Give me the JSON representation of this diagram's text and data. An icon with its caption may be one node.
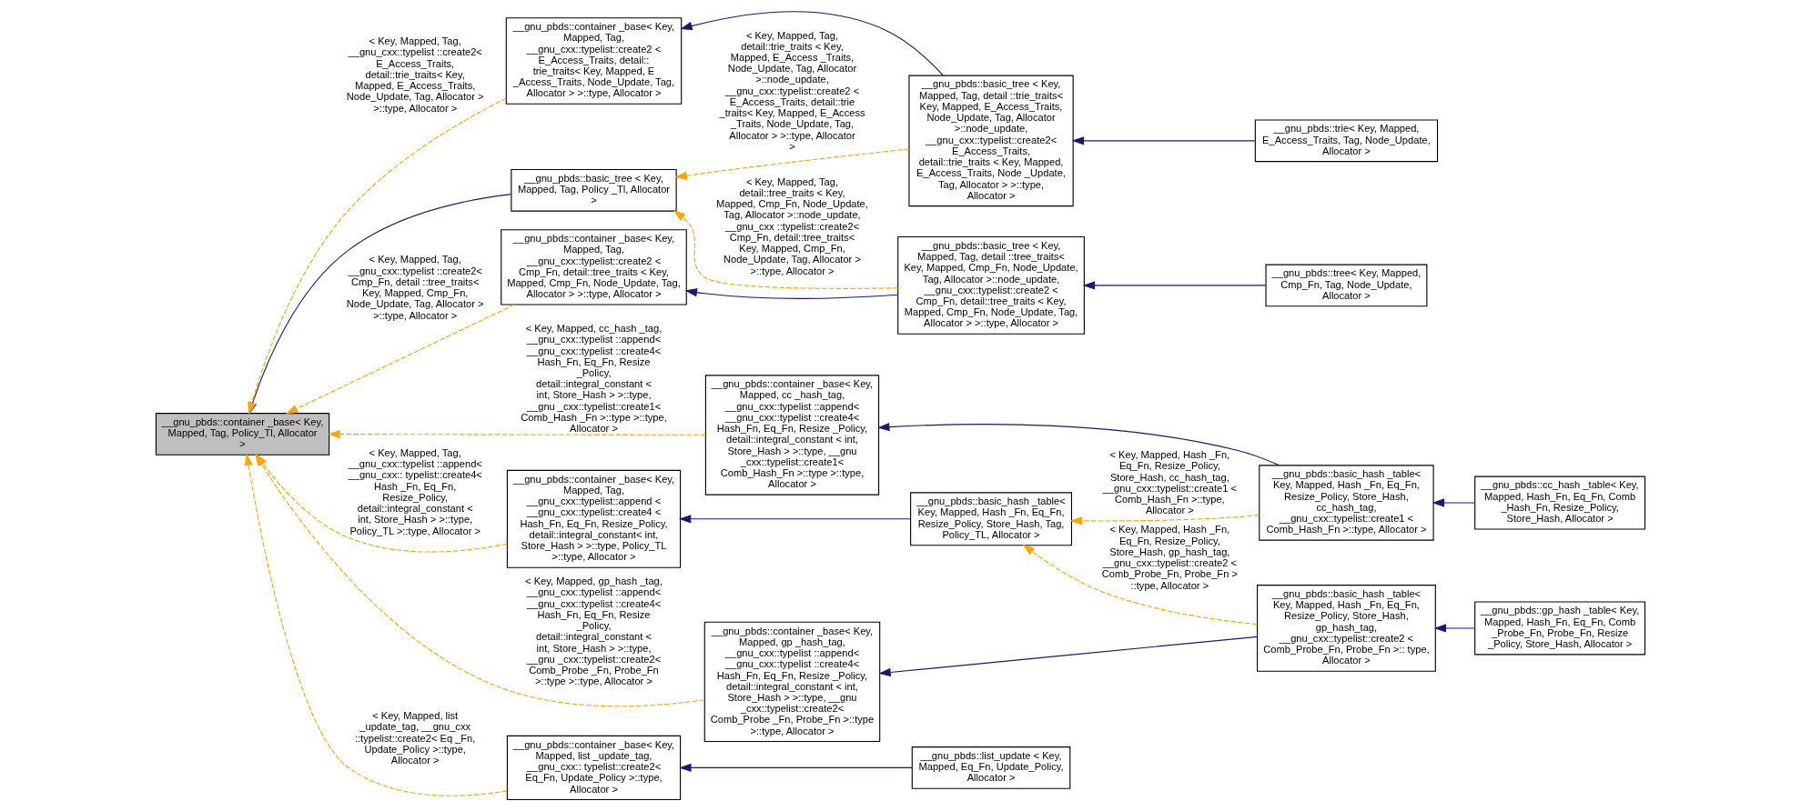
{
  "diagram": {
    "nodes": [
      {
        "text": [
          "__gnu_pbds::container _base< Key, Mapped, Tag, Policy_Tl, Allocator >"
        ]
      },
      {
        "text": [
          "__gnu_pbds::container _base< Key, Mapped, Tag, __gnu_cxx::typelist::create2 < Cmp_Fn, detail::tree_traits < Key, Mapped, Cmp_Fn, Node_Update, Tag, Allocator > >::type, Allocator >"
        ]
      },
      {
        "text": [
          "__gnu_pbds::basic_tree < Key, Mapped, Tag, Policy _Tl, Allocator >"
        ]
      },
      {
        "text": [
          "__gnu_pbds::container _base< Key, Mapped, Tag, __gnu_cxx::typelist::create2 < E_Access_Traits, detail:: trie_traits< Key, Mapped, E _Access_Traits, Node_Update, Tag, Allocator > >::type, Allocator >"
        ]
      },
      {
        "text": [
          "__gnu_pbds::container _base< Key, Mapped, gp _hash_tag, __gnu_cxx::typelist ::append< __gnu_cxx::typelist ::create4< Hash_Fn, Eq_Fn, Resize _Policy, detail::integral_constant < int, Store_Hash > >::type, __gnu _cxx::typelist::create2< Comb_Probe _Fn, Probe_Fn >::type >::type, Allocator >"
        ]
      },
      {
        "text": [
          "__gnu_pbds::container _base< Key, Mapped, Tag, __gnu_cxx::typelist::append < __gnu_cxx::typelist::create4 < Hash_Fn, Eq_Fn, Resize_Policy, detail::integral_constant< int, Store_Hash > >::type, Policy_TL >::type, Allocator >"
        ]
      },
      {
        "text": [
          "__gnu_pbds::container _base< Key, Mapped, cc _hash_tag, __gnu_cxx::typelist ::append< __gnu_cxx::typelist ::create4< Hash_Fn, Eq_Fn, Resize _Policy, detail::integral_constant < int, Store_Hash > >::type, __gnu _cxx::typelist::create1< Comb_Hash_Fn >::type >::type, Allocator >"
        ]
      },
      {
        "text": [
          "__gnu_pbds::container _base< Key, Mapped, list _update_tag, __gnu_cxx:: typelist::create2< Eq_Fn, Update_Policy >::type, Allocator >"
        ]
      },
      {
        "text": [
          "__gnu_pbds::basic_tree < Key, Mapped, Tag, detail ::tree_traits< Key, Mapped, Cmp_Fn, Node_Update, Tag, Allocator >::node_update, __gnu_cxx::typelist::create2 < Cmp_Fn, detail::tree_traits < Key, Mapped, Cmp_Fn, Node_Update, Tag, Allocator > >::type, Allocator >"
        ]
      },
      {
        "text": [
          "__gnu_pbds::basic_tree < Key, Mapped, Tag, detail ::trie_traits< Key, Mapped, E_Access_Traits, Node_Update, Tag, Allocator >::node_update, __gnu_cxx::typelist::create2< E_Access_Traits, detail::trie_traits < Key, Mapped, E_Access_Traits, Node _Update, Tag, Allocator > >::type, Allocator >"
        ]
      },
      {
        "text": [
          "__gnu_pbds::basic_hash _table< Key, Mapped, Hash _Fn, Eq_Fn, Resize_Policy, Store_Hash, Tag, Policy_TL, Allocator >"
        ]
      },
      {
        "text": [
          "__gnu_pbds::list_update < Key, Mapped, Eq_Fn, Update_Policy, Allocator >"
        ]
      },
      {
        "text": [
          "__gnu_pbds::tree< Key, Mapped, Cmp_Fn, Tag, Node_Update, Allocator >"
        ]
      },
      {
        "text": [
          "__gnu_pbds::trie< Key, Mapped, E_Access_Traits, Tag, Node_Update, Allocator >"
        ]
      },
      {
        "text": [
          "__gnu_pbds::basic_hash _table< Key, Mapped, Hash _Fn, Eq_Fn, Resize_Policy, Store_Hash, gp_hash_tag, __gnu_cxx::typelist::create2 < Comb_Probe_Fn, Probe_Fn >:: type, Allocator >"
        ]
      },
      {
        "text": [
          "__gnu_pbds::basic_hash _table< Key, Mapped, Hash _Fn, Eq_Fn, Resize_Policy, Store_Hash, cc_hash_tag, __gnu_cxx::typelist::create1 < Comb_Hash_Fn >::type, Allocator >"
        ]
      },
      {
        "text": [
          "__gnu_pbds::gp_hash _table< Key, Mapped, Hash_Fn, Eq_Fn, Comb _Probe_Fn, Probe_Fn, Resize _Policy, Store_Hash, Allocator >"
        ]
      },
      {
        "text": [
          "__gnu_pbds::cc_hash _table< Key, Mapped, Hash_Fn, Eq_Fn, Comb _Hash_Fn, Resize_Policy, Store_Hash, Allocator >"
        ]
      }
    ],
    "edges": [
      {
        "from": 1,
        "to": 0,
        "arrow": "to",
        "style": "dashed",
        "color": "#ffa500",
        "label": "< Key, Mapped, Tag, __gnu_cxx::typelist ::create2< Cmp_Fn, detail ::tree_traits< Key, Mapped, Cmp_Fn, Node_Update, Tag, Allocator > >::type, Allocator >"
      },
      {
        "from": 2,
        "to": 0,
        "arrow": "to"
      },
      {
        "from": 3,
        "to": 0,
        "arrow": "to",
        "style": "dashed",
        "color": "#ffa500",
        "label": "< Key, Mapped, Tag, __gnu_cxx::typelist ::create2< E_Access_Traits, detail::trie_traits< Key, Mapped, E_Access_Traits, Node_Update, Tag, Allocator > >::type, Allocator >"
      },
      {
        "from": 4,
        "to": 0,
        "arrow": "to",
        "style": "dashed",
        "color": "#ffa500",
        "label": "< Key, Mapped, gp_hash _tag, __gnu_cxx::typelist ::append< __gnu_cxx::typelist ::create4< Hash_Fn, Eq_Fn, Resize _Policy, detail::integral_constant < int, Store_Hash > >::type, __gnu _cxx::typelist::create2< Comb_Probe _Fn, Probe_Fn >::type >::type, Allocator >"
      },
      {
        "from": 5,
        "to": 0,
        "arrow": "to",
        "style": "dashed",
        "color": "#ffa500",
        "label": "< Key, Mapped, Tag, __gnu_cxx::typelist ::append< __gnu_cxx:: typelist::create4< Hash _Fn, Eq_Fn, Resize_Policy, detail::integral_constant < int, Store_Hash > >::type, Policy_TL >::type, Allocator >"
      },
      {
        "from": 6,
        "to": 0,
        "arrow": "to",
        "style": "dashed",
        "color": "#ffa500",
        "label": "< Key, Mapped, cc_hash _tag, __gnu_cxx::typelist ::append< __gnu_cxx::typelist ::create4< Hash_Fn, Eq_Fn, Resize _Policy, detail::integral_constant < int, Store_Hash > >::type, __gnu _cxx::typelist::create1< Comb_Hash _Fn >::type >::type, Allocator >"
      },
      {
        "from": 7,
        "to": 0,
        "arrow": "to",
        "style": "dashed",
        "color": "#ffa500",
        "label": "< Key, Mapped, list _update_tag, __gnu_cxx ::typelist::create2< Eq _Fn, Update_Policy >::type, Allocator >"
      },
      {
        "from": 8,
        "to": 1,
        "arrow": "to"
      },
      {
        "from": 8,
        "to": 2,
        "arrow": "to",
        "style": "dashed",
        "color": "#ffa500",
        "label": "< Key, Mapped, Tag, detail::tree_traits < Key, Mapped, Cmp_Fn, Node_Update, Tag, Allocator >::node_update, __gnu_cxx ::typelist::create2< Cmp_Fn, detail::tree_traits< Key, Mapped, Cmp_Fn, Node_Update, Tag, Allocator > >::type, Allocator >"
      },
      {
        "from": 9,
        "to": 2,
        "arrow": "to",
        "style": "dashed",
        "color": "#ffa500",
        "label": "< Key, Mapped, Tag, detail::trie_traits < Key, Mapped, E_Access _Traits, Node_Update, Tag, Allocator >::node_update, __gnu_cxx::typelist::create2 < E_Access_Traits, detail::trie _traits< Key, Mapped, E_Access _Traits, Node_Update, Tag, Allocator > >::type, Allocator >"
      },
      {
        "from": 9,
        "to": 3,
        "arrow": "to"
      },
      {
        "from": 14,
        "to": 4,
        "arrow": "to"
      },
      {
        "from": 10,
        "to": 5,
        "arrow": "to"
      },
      {
        "from": 15,
        "to": 6,
        "arrow": "to"
      },
      {
        "from": 11,
        "to": 7,
        "arrow": "to"
      },
      {
        "from": 12,
        "to": 8,
        "arrow": "to"
      },
      {
        "from": 13,
        "to": 9,
        "arrow": "to"
      },
      {
        "from": 14,
        "to": 10,
        "arrow": "to",
        "style": "dashed",
        "color": "#ffa500",
        "label": "< Key, Mapped, Hash _Fn, Eq_Fn, Resize_Policy, Store_Hash, gp_hash_tag, __gnu_cxx::typelist::create2 < Comb_Probe_Fn, Probe_Fn > ::type, Allocator >"
      },
      {
        "from": 15,
        "to": 10,
        "arrow": "to",
        "style": "dashed",
        "color": "#ffa500",
        "label": "< Key, Mapped, Hash _Fn, Eq_Fn, Resize_Policy, Store_Hash, cc_hash_tag, __gnu_cxx::typelist::create1 < Comb_Hash_Fn >::type, Allocator >"
      },
      {
        "from": 16,
        "to": 14,
        "arrow": "to"
      },
      {
        "from": 17,
        "to": 15,
        "arrow": "to"
      }
    ]
  }
}
